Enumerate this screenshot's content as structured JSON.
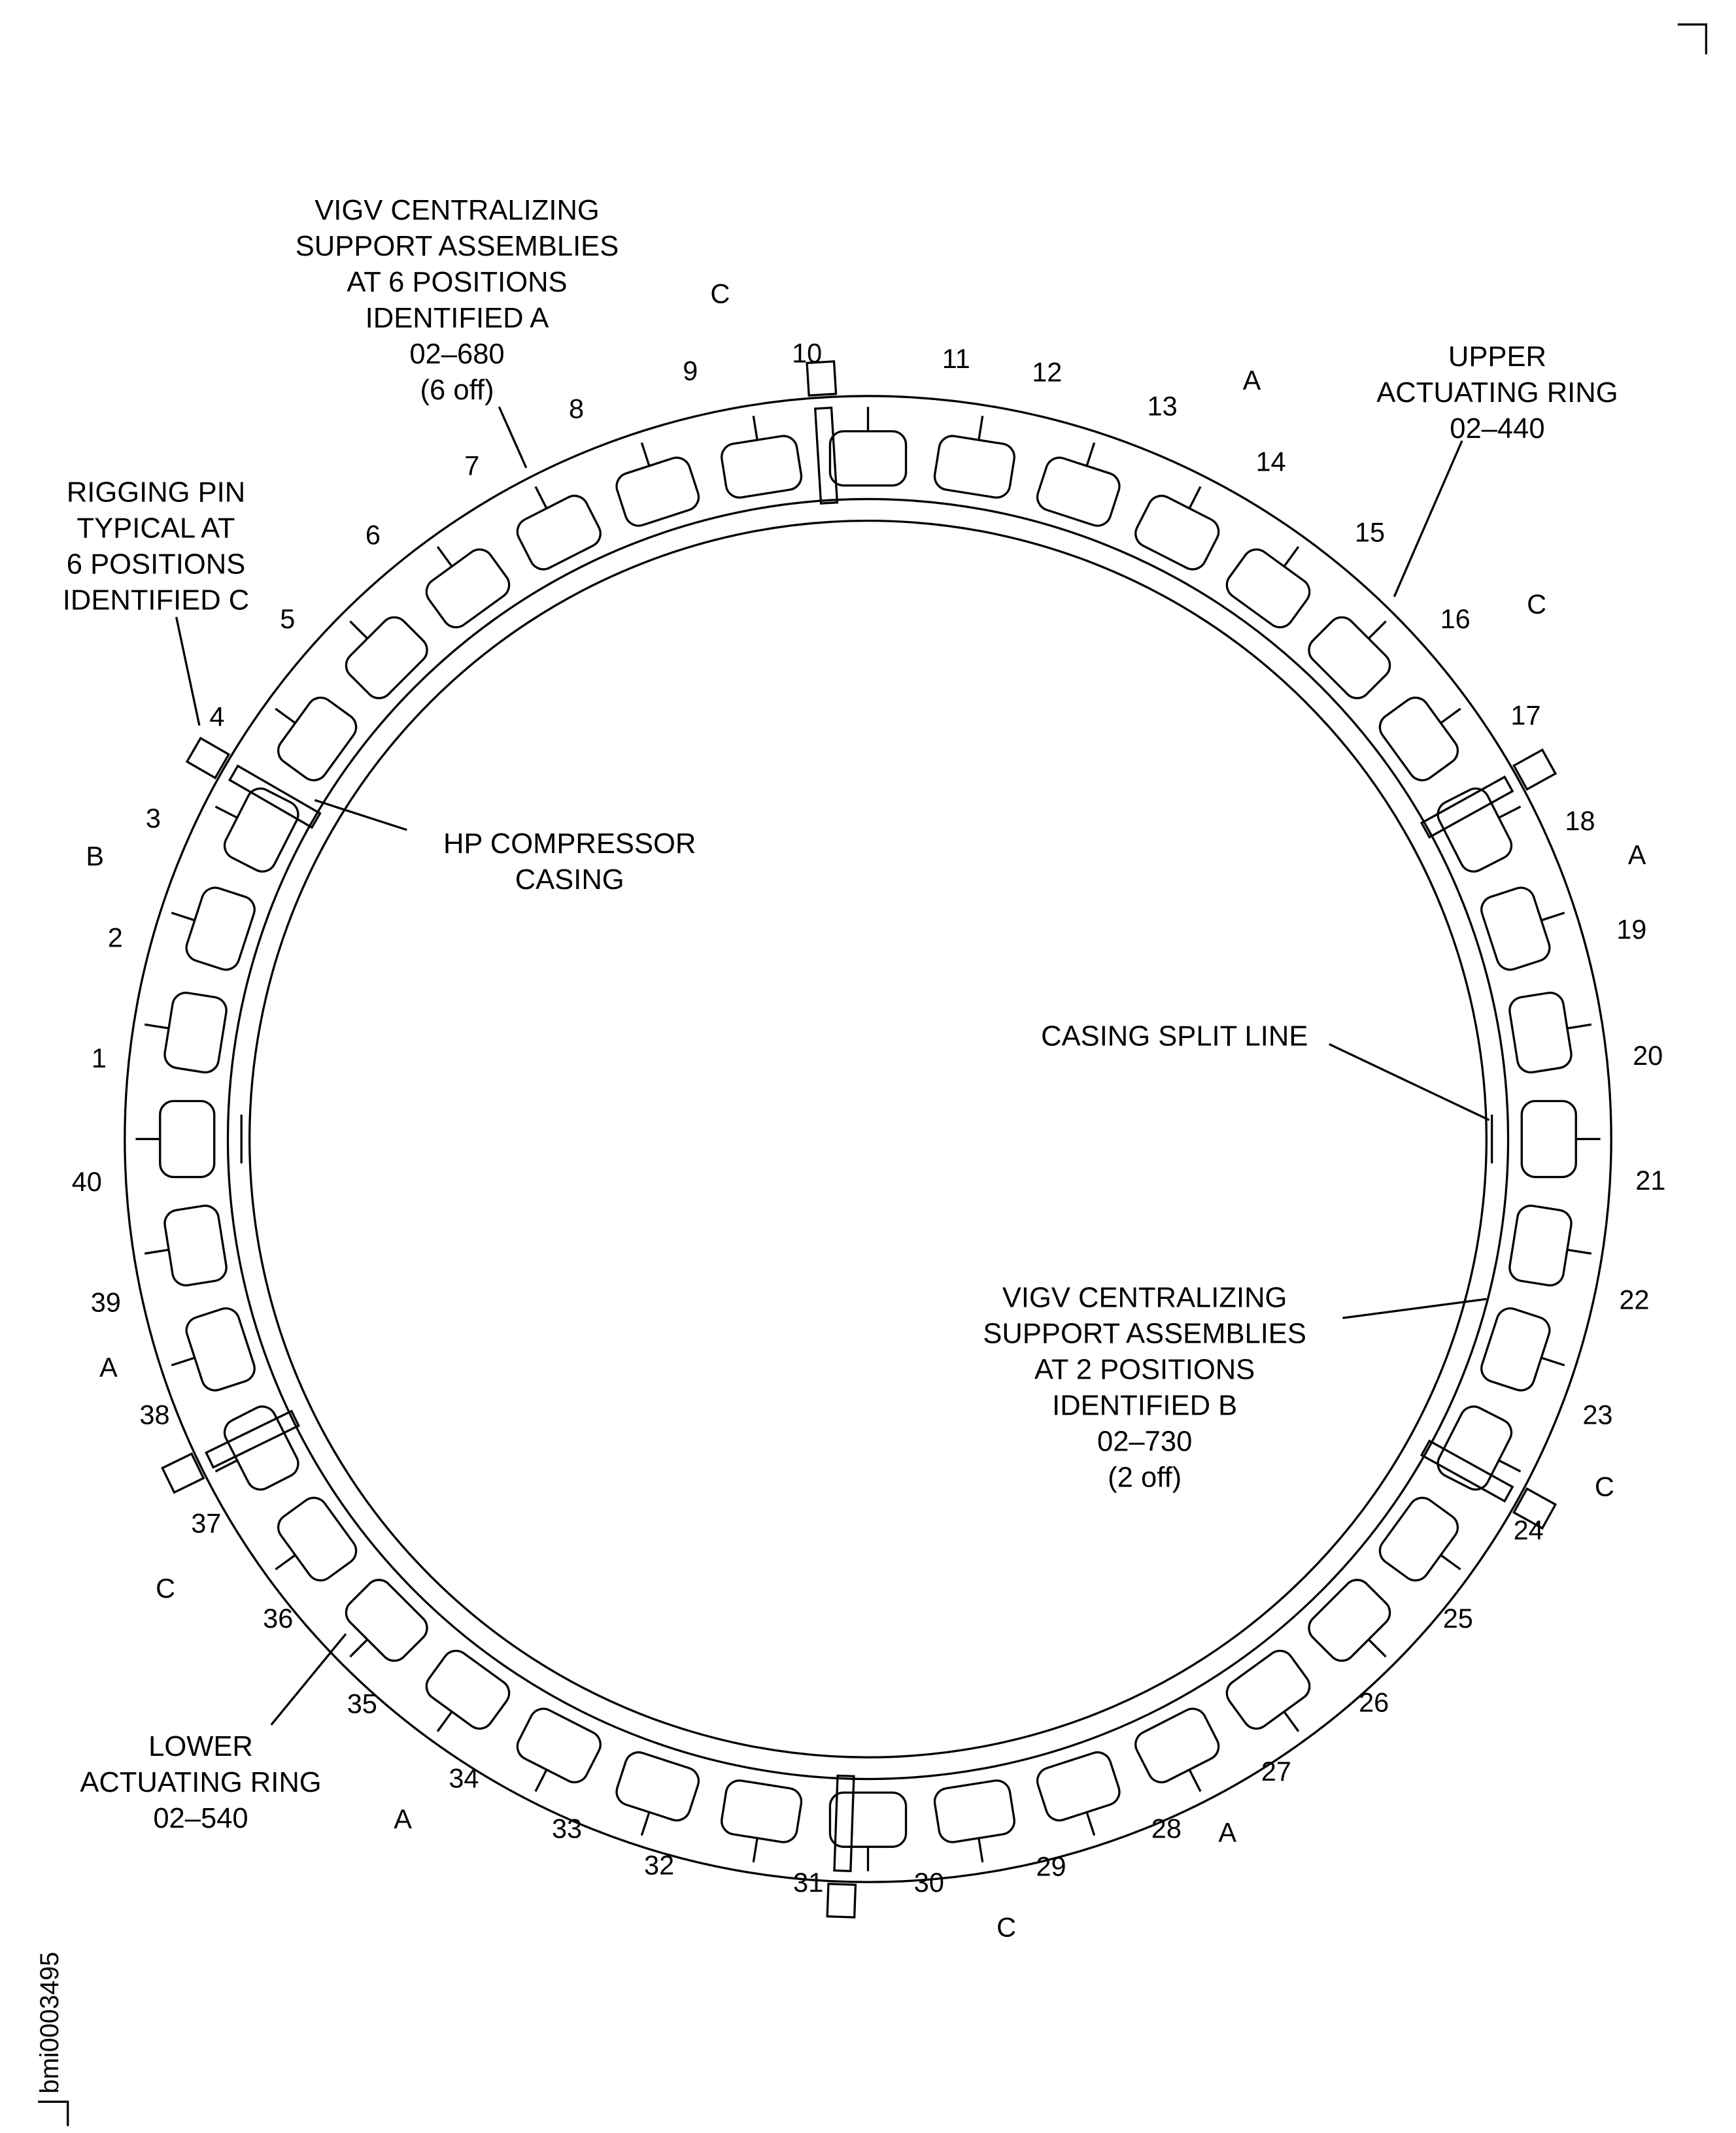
{
  "document_id": "bmi0003495",
  "position_numbers": [
    "1",
    "2",
    "3",
    "4",
    "5",
    "6",
    "7",
    "8",
    "9",
    "10",
    "11",
    "12",
    "13",
    "14",
    "15",
    "16",
    "17",
    "18",
    "19",
    "20",
    "21",
    "22",
    "23",
    "24",
    "25",
    "26",
    "27",
    "28",
    "29",
    "30",
    "31",
    "32",
    "33",
    "34",
    "35",
    "36",
    "37",
    "38",
    "39",
    "40"
  ],
  "position_letters": [
    "C",
    "A",
    "C",
    "A",
    "B",
    "C",
    "A",
    "C",
    "A",
    "A",
    "C"
  ],
  "callouts": {
    "vigv_a": [
      "VIGV CENTRALIZING",
      "SUPPORT ASSEMBLIES",
      "AT 6 POSITIONS",
      "IDENTIFIED A",
      "02–680",
      "(6 off)"
    ],
    "rigging_pin": [
      "RIGGING PIN",
      "TYPICAL AT",
      "6 POSITIONS",
      "IDENTIFIED C"
    ],
    "upper_ring": [
      "UPPER",
      "ACTUATING RING",
      "02–440"
    ],
    "hp_casing": [
      "HP COMPRESSOR",
      "CASING"
    ],
    "split_line": [
      "CASING SPLIT LINE"
    ],
    "vigv_b": [
      "VIGV CENTRALIZING",
      "SUPPORT ASSEMBLIES",
      "AT 2 POSITIONS",
      "IDENTIFIED B",
      "02–730",
      "(2 off)"
    ],
    "lower_ring": [
      "LOWER",
      "ACTUATING RING",
      "02–540"
    ]
  }
}
